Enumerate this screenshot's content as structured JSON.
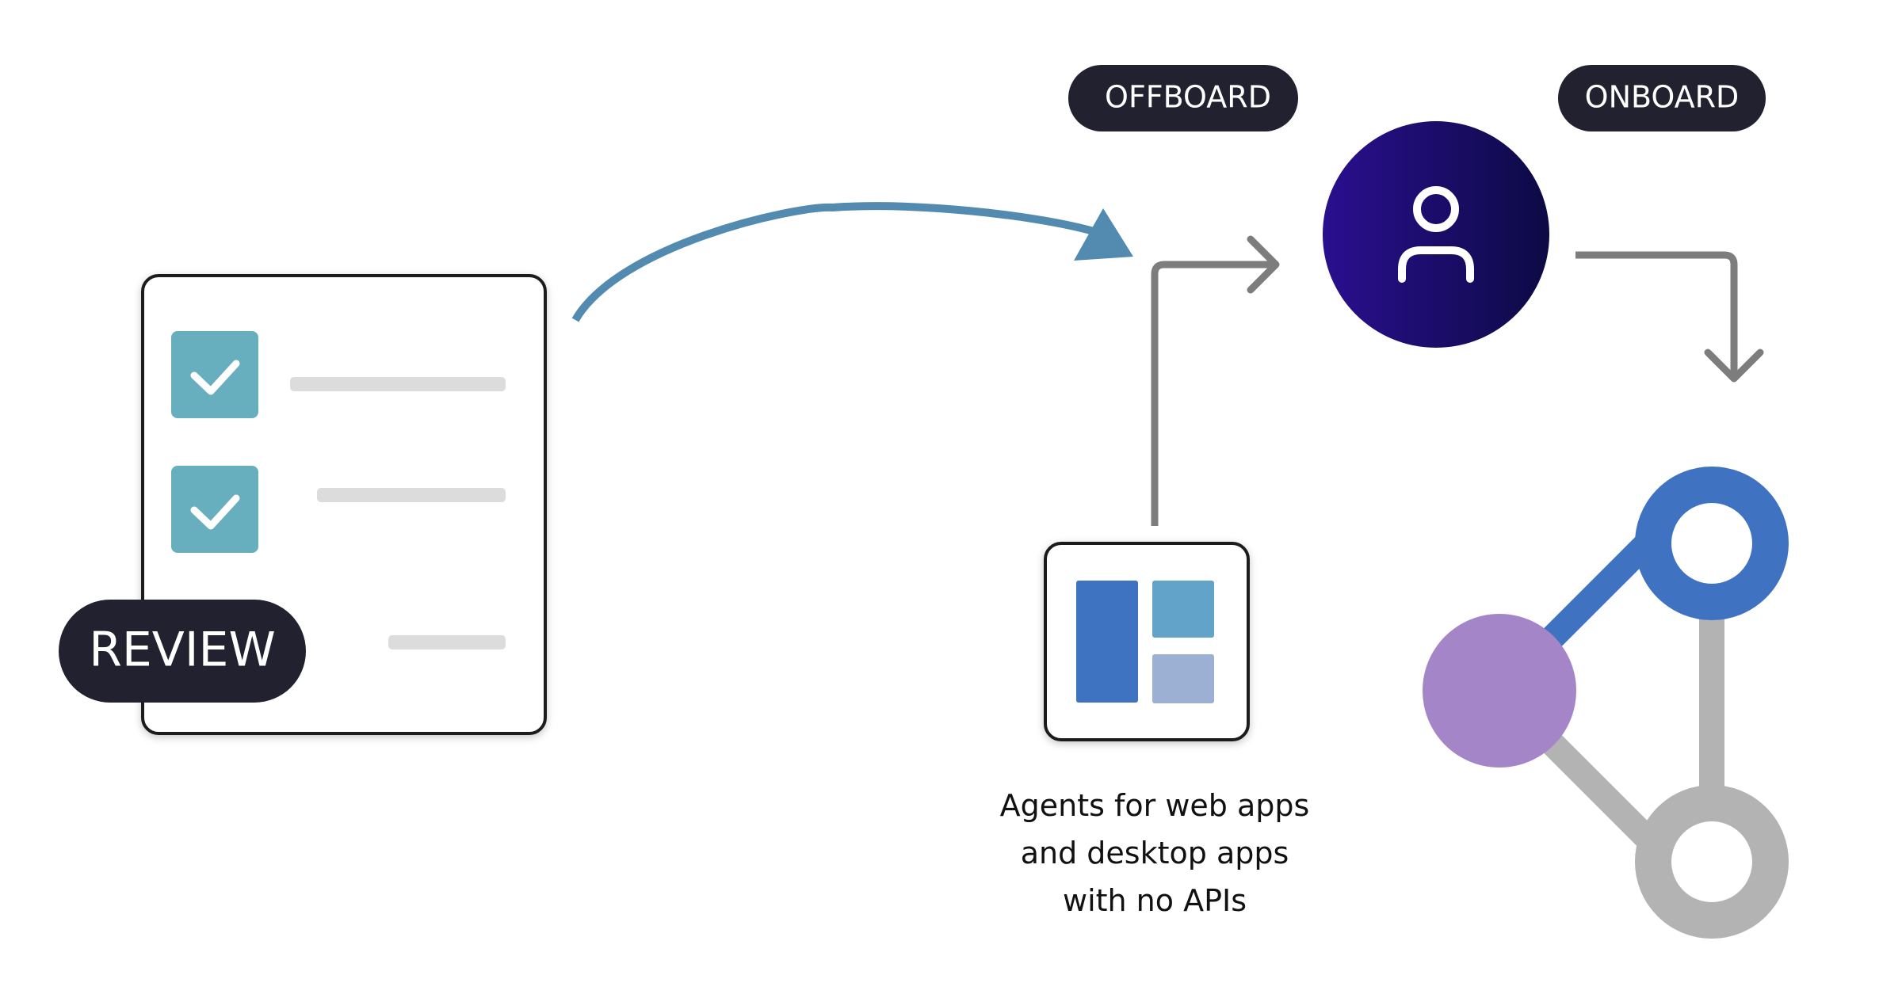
{
  "labels": {
    "review": "REVIEW",
    "offboard": "OFFBOARD",
    "onboard": "ONBOARD"
  },
  "caption": {
    "line1": "Agents for web apps",
    "line2": "and desktop apps",
    "line3": "with no APIs"
  },
  "icons": {
    "checklist": "checklist-card-icon",
    "check": "checkmark-icon",
    "user": "user-icon",
    "app_layout": "app-layout-icon",
    "network": "network-graph-icon"
  },
  "colors": {
    "pill_bg": "#22212f",
    "check_box": "#67afbf",
    "curved_arrow": "#538bb0",
    "connector": "#7d7d7d",
    "user_circle_start": "#2a0f8f",
    "user_circle_end": "#0d0a45",
    "node_blue": "#3f73c2",
    "node_purple": "#a485c7",
    "node_gray": "#b3b3b3",
    "layout_dark": "#3e73c1",
    "layout_light": "#62a4c9",
    "layout_muted": "#9bb0d3"
  }
}
